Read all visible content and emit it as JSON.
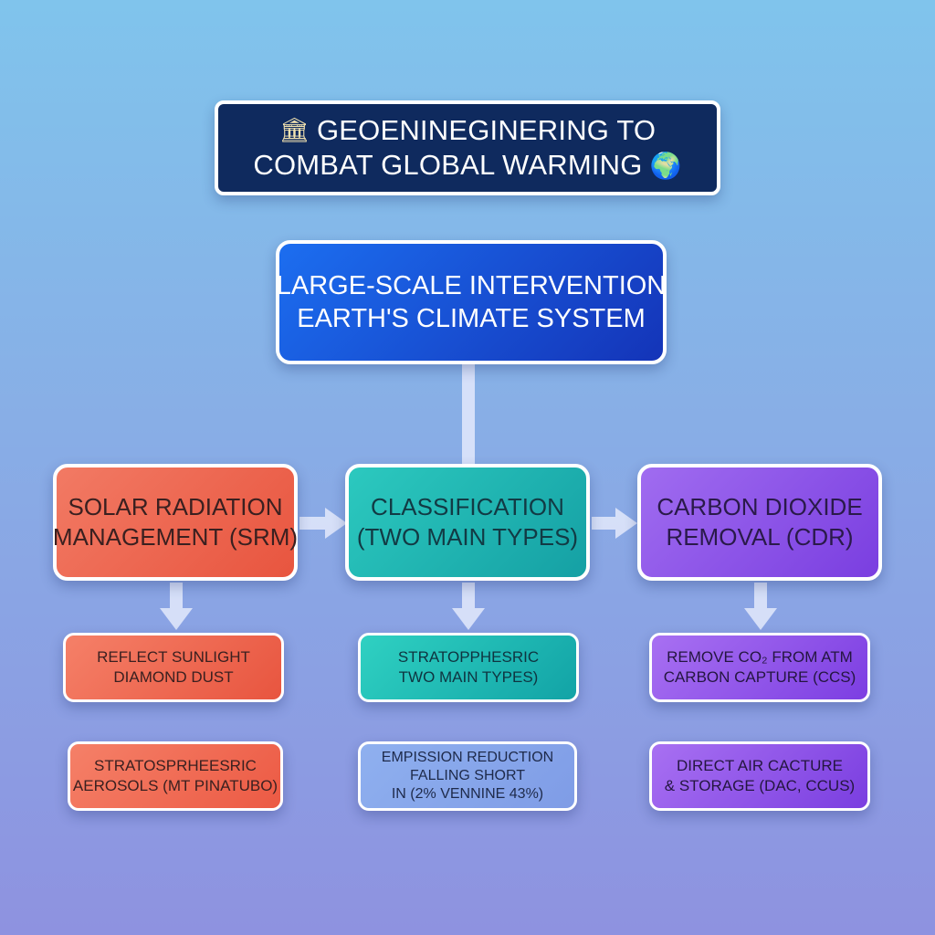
{
  "title": {
    "icon_left": "bank-icon",
    "line1": "GEOENINEGINERING TO",
    "line2": "COMBAT GLOBAL WARMING",
    "icon_right": "globe-icon",
    "color": "#0f2a5e"
  },
  "intervention": {
    "line1": "LARGE-SCALE INTERVENTION",
    "line2": "EARTH'S CLIMATE SYSTEM",
    "color": "#1c6ef0"
  },
  "srm": {
    "line1": "SOLAR RADIATION",
    "line2": "MANAGEMENT (SRM)",
    "color": "#ee6a52",
    "sub1": {
      "line1": "REFLECT SUNLIGHT",
      "line2": "DIAMOND DUST"
    },
    "sub2": {
      "line1": "STRATOSPRHEESRIC",
      "line2": "AEROSOLS (MT PINATUBO)"
    }
  },
  "classification": {
    "line1": "CLASSIFICATION",
    "line2": "(TWO MAIN TYPES)",
    "color": "#20b6b2",
    "sub1": {
      "line1": "STRATOPPHESRIC",
      "line2": "TWO MAIN TYPES)"
    },
    "sub2": {
      "line1": "EMPISSION REDUCTION",
      "line2": "FALLING SHORT",
      "line3": "IN (2% VENNINE 43%)"
    }
  },
  "cdr": {
    "line1": "CARBON DIOXIDE",
    "line2": "REMOVAL (CDR)",
    "color": "#8c55ea",
    "sub1": {
      "line1": "REMOVE CO₂ FROM ATM",
      "line2": "CARBON CAPTURE (CCS)"
    },
    "sub2": {
      "line1": "DIRECT AIR CACTURE",
      "line2": "& STORAGE (DAC, CCUS)"
    }
  },
  "connector_color": "#dfe6fb"
}
